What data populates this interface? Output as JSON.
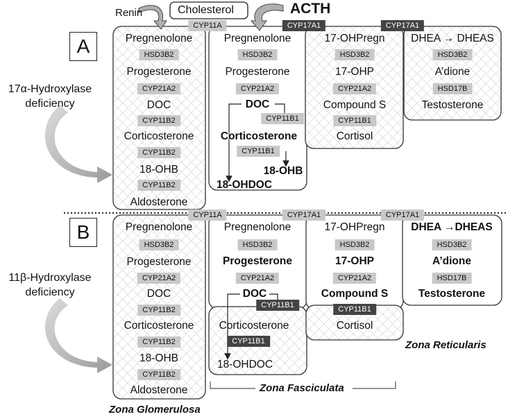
{
  "top": {
    "renin": "Renin",
    "cholesterol": "Cholesterol",
    "acth": "ACTH"
  },
  "panelA": {
    "letter": "A",
    "side_label": [
      "17α-Hydroxylase",
      "deficiency"
    ],
    "connectors": [
      "CYP11A",
      "CYP17A1",
      "CYP17A1"
    ],
    "glomerulosa": [
      "Pregnenolone",
      "HSD3B2",
      "Progesterone",
      "CYP21A2",
      "DOC",
      "CYP11B2",
      "Corticosterone",
      "CYP11B2",
      "18-OHB",
      "CYP11B2",
      "Aldosterone"
    ],
    "fasciculata": {
      "pregnenolone": "Pregnenolone",
      "hsd": "HSD3B2",
      "progesterone": "Progesterone",
      "cyp21": "CYP21A2",
      "doc": "DOC",
      "cyp11b1_a": "CYP11B1",
      "corticosterone": "Corticosterone",
      "cyp11b1_b": "CYP11B1",
      "ohb": "18-OHB",
      "ohdoc": "18-OHDOC"
    },
    "cortisol_path": [
      "17-OHPregn",
      "HSD3B2",
      "17-OHP",
      "CYP21A2",
      "Compound S",
      "CYP11B1",
      "Cortisol"
    ],
    "androgen_path": [
      "DHEA → DHEAS",
      "HSD3B2",
      "A’dione",
      "HSD17B",
      "Testosterone"
    ]
  },
  "panelB": {
    "letter": "B",
    "side_label": [
      "11β-Hydroxylase",
      "deficiency"
    ],
    "connectors": [
      "CYP11A",
      "CYP17A1",
      "CYP17A1"
    ],
    "glomerulosa": [
      "Pregnenolone",
      "HSD3B2",
      "Progesterone",
      "CYP21A2",
      "DOC",
      "CYP11B2",
      "Corticosterone",
      "CYP11B2",
      "18-OHB",
      "CYP11B2",
      "Aldosterone"
    ],
    "fasciculata": {
      "pregnenolone": "Pregnenolone",
      "hsd": "HSD3B2",
      "progesterone": "Progesterone",
      "cyp21": "CYP21A2",
      "doc": "DOC",
      "cyp11b1_a": "CYP11B1",
      "corticosterone": "Corticosterone",
      "cyp11b1_b": "CYP11B1",
      "ohdoc": "18-OHDOC"
    },
    "cortisol_path": [
      "17-OHPregn",
      "HSD3B2",
      "17-OHP",
      "CYP21A2",
      "Compound S",
      "CYP11B1",
      "Cortisol"
    ],
    "androgen_path": [
      "DHEA →DHEAS",
      "HSD3B2",
      "A’dione",
      "HSD17B",
      "Testosterone"
    ]
  },
  "zones": {
    "glomerulosa": "Zona Glomerulosa",
    "fasciculata": "Zona Fasciculata",
    "reticularis": "Zona Reticularis"
  },
  "colors": {
    "enzyme_light": "#c8c8c8",
    "enzyme_dark": "#444444",
    "box_border": "#333333"
  }
}
